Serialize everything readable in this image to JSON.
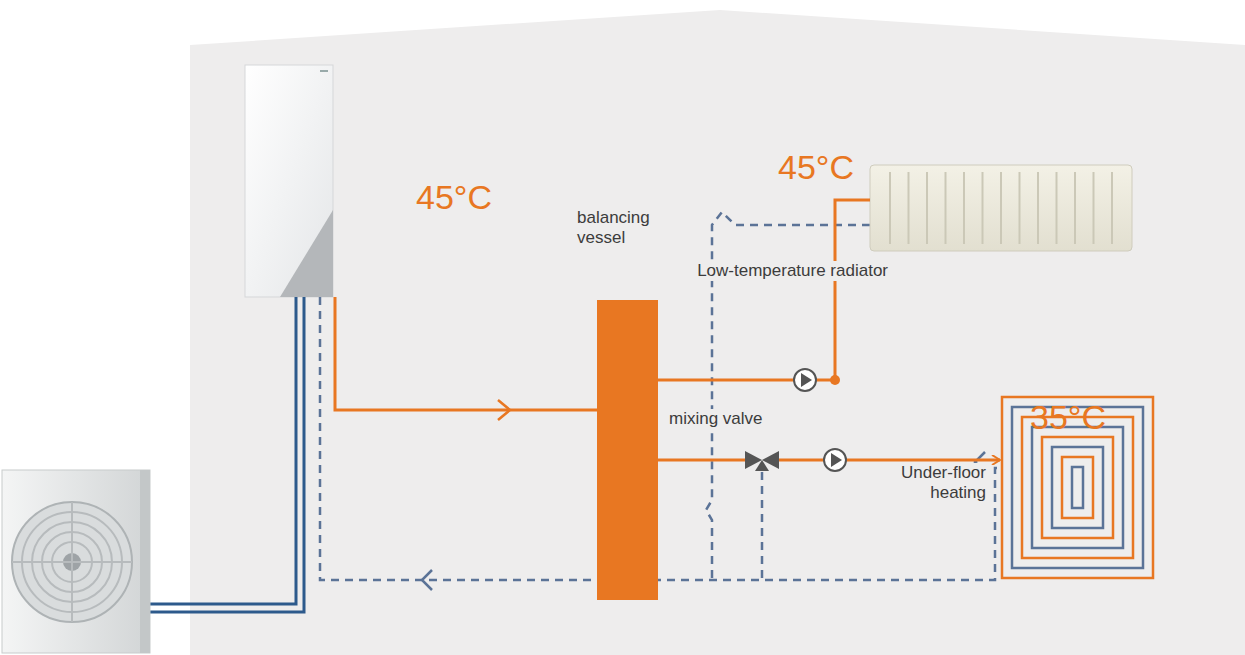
{
  "diagram": {
    "nodes": [
      {
        "text": [
          "balancing vessel"
        ]
      },
      {
        "text": [
          "Low-temperature radiator"
        ]
      },
      {
        "text": [
          "mixing valve"
        ]
      },
      {
        "text": [
          "Under-floor heating"
        ]
      }
    ],
    "edges": [
      {
        "from": 0,
        "to": 1,
        "arrow": "none"
      },
      {
        "from": 0,
        "to": 2,
        "arrow": "none"
      },
      {
        "from": 2,
        "to": 3,
        "arrow": "to"
      }
    ],
    "labels": [
      "45°C",
      "45°C",
      "35°C"
    ]
  }
}
